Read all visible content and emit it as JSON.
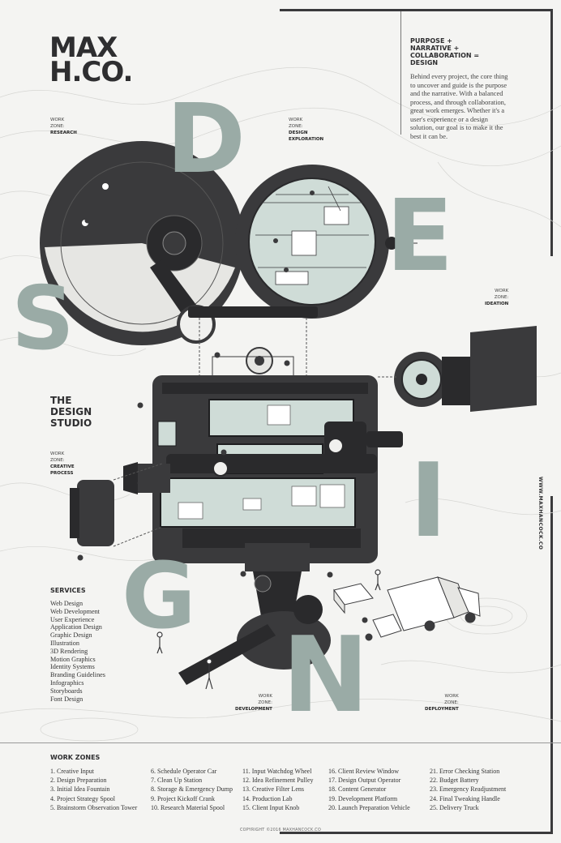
{
  "brand": {
    "line1": "MAX",
    "line2": "H.CO."
  },
  "purpose": {
    "heading": [
      "PURPOSE +",
      "NARRATIVE +",
      "COLLABORATION =",
      "DESIGN"
    ],
    "text": "Behind every project, the core thing to uncover and guide is the purpose and the narrative. With a balanced process, and through collaboration, great work emerges. Whether it's a user's experience or a design solution, our goal is to make it the best it can be."
  },
  "letters": {
    "d": "D",
    "e": "E",
    "s": "S",
    "i": "I",
    "g": "G",
    "n": "N"
  },
  "zones": {
    "research": {
      "l1": "WORK",
      "l2": "ZONE:",
      "name": "RESEARCH"
    },
    "exploration": {
      "l1": "WORK",
      "l2": "ZONE:",
      "name1": "DESIGN",
      "name2": "EXPLORATION"
    },
    "ideation": {
      "l1": "WORK",
      "l2": "ZONE:",
      "name": "IDEATION"
    },
    "creative": {
      "l1": "WORK",
      "l2": "ZONE:",
      "name1": "CREATIVE",
      "name2": "PROCESS"
    },
    "development": {
      "l1": "WORK",
      "l2": "ZONE:",
      "name": "DEVELOPMENT"
    },
    "deployment": {
      "l1": "WORK",
      "l2": "ZONE:",
      "name": "DEPLOYMENT"
    }
  },
  "studio": [
    "THE",
    "DESIGN",
    "STUDIO"
  ],
  "services": {
    "title": "SERVICES",
    "items": [
      "Web Design",
      "Web Development",
      "User Experience",
      "Application Design",
      "Graphic Design",
      "Illustration",
      "3D Rendering",
      "Motion Graphics",
      "Identity Systems",
      "Branding Guidelines",
      "Infographics",
      "Storyboards",
      "Font Design"
    ]
  },
  "url": "WWW.MAXHANCOCK.CO",
  "work_zones": {
    "title": "WORK ZONES",
    "col1": [
      "1. Creative Input",
      "2. Design Preparation",
      "3. Initial Idea Fountain",
      "4. Project Strategy Spool",
      "5. Brainstorm Observation Tower"
    ],
    "col2": [
      "6. Schedule Operator Car",
      "7. Clean Up Station",
      "8. Storage & Emergency Dump",
      "9. Project Kickoff Crank",
      "10. Research Material Spool"
    ],
    "col3": [
      "11. Input Watchdog Wheel",
      "12. Idea Refinement Pulley",
      "13. Creative Filter Lens",
      "14. Production Lab",
      "15. Client Input Knob"
    ],
    "col4": [
      "16. Client Review Window",
      "17. Design Output Operator",
      "18. Content Generator",
      "19. Development Platform",
      "20. Launch Preparation Vehicle"
    ],
    "col5": [
      "21. Error Checking Station",
      "22. Budget Battery",
      "23. Emergency Readjustment",
      "24. Final Tweaking Handle",
      "25. Delivery Truck"
    ]
  },
  "copyright": "COPYRIGHT ©2016 MAXHANCOCK.CO",
  "colors": {
    "accent": "#9aaba6",
    "ink": "#3a3a3c",
    "paper": "#f4f4f2",
    "glass": "#cfdcd7"
  }
}
